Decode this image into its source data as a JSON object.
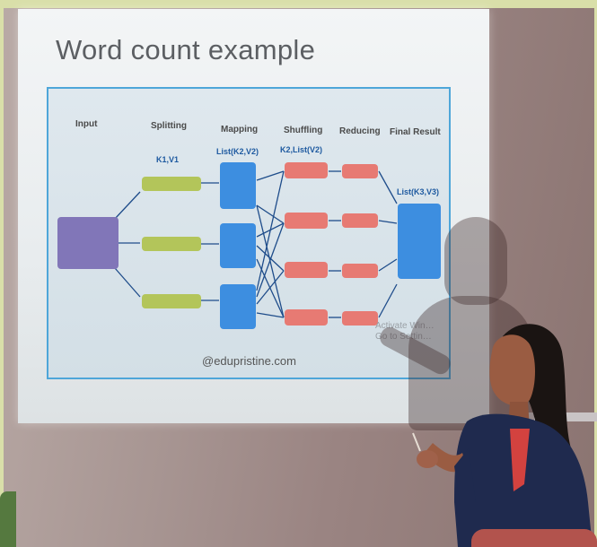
{
  "slide": {
    "title": "Word count example",
    "labels": {
      "input": "Input",
      "splitting": "Splitting",
      "mapping": "Mapping",
      "shuffling": "Shuffling",
      "reducing": "Reducing",
      "final": "Final Result"
    },
    "kv": {
      "k1v1": "K1,V1",
      "list_k2v2": "List(K2,V2)",
      "k2_list_v2": "K2,List(V2)",
      "list_k3v3": "List(K3,V3)"
    },
    "watermark": "@edupristine.com",
    "activate_text": "Activate Win…\nGo to Settin…"
  },
  "colors": {
    "frame": "#d9dfa9",
    "diagram_border": "#4ea6d9",
    "input_box": "#8176b8",
    "split_box": "#b3c55a",
    "map_box": "#3d8ee0",
    "shuffle_box": "#e77a73",
    "final_box": "#3d8ee0"
  }
}
